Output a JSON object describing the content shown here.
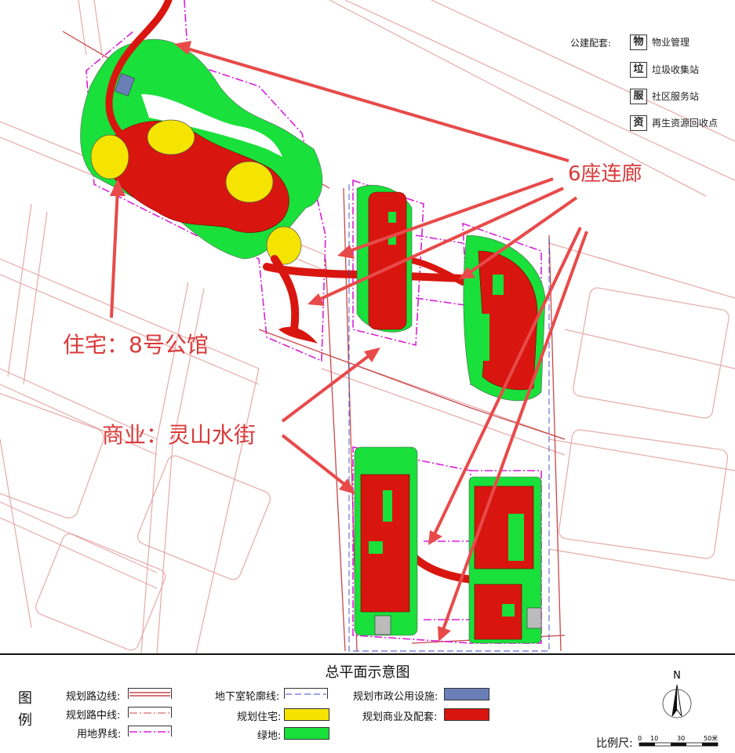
{
  "map": {
    "callouts": {
      "corridor": "6座连廊",
      "residence": "住宅：8号公馆",
      "commercial": "商业：灵山水街"
    },
    "public_facilities": {
      "title": "公建配套:",
      "items": [
        {
          "badge": "物",
          "label": "物业管理"
        },
        {
          "badge": "垃",
          "label": "垃圾收集站"
        },
        {
          "badge": "服",
          "label": "社区服务站"
        },
        {
          "badge": "资",
          "label": "再生资源回收点"
        }
      ]
    },
    "colors": {
      "residential": "#f5e400",
      "commercial": "#d8160f",
      "green": "#19e03a",
      "municipal": "#6a7fb8",
      "boundary": "#d81fd8",
      "arrow": "#e84a4a",
      "road": "#c9464a"
    }
  },
  "legend": {
    "title": "总平面示意图",
    "heading_chars": [
      "图",
      "例"
    ],
    "items": [
      {
        "label": "规划路边线:",
        "swatch": "road-edge"
      },
      {
        "label": "规划路中线:",
        "swatch": "road-center"
      },
      {
        "label": "用地界线:",
        "swatch": "site-boundary"
      },
      {
        "label": "地下室轮廓线:",
        "swatch": "basement-outline"
      },
      {
        "label": "规划住宅:",
        "swatch": "residential"
      },
      {
        "label": "绿地:",
        "swatch": "green"
      },
      {
        "label": "规划市政公用设施:",
        "swatch": "municipal"
      },
      {
        "label": "规划商业及配套:",
        "swatch": "commercial"
      }
    ],
    "north_label": "N",
    "scale": {
      "label": "比例尺:",
      "ticks": [
        "0",
        "10",
        "30",
        "50米"
      ]
    }
  }
}
